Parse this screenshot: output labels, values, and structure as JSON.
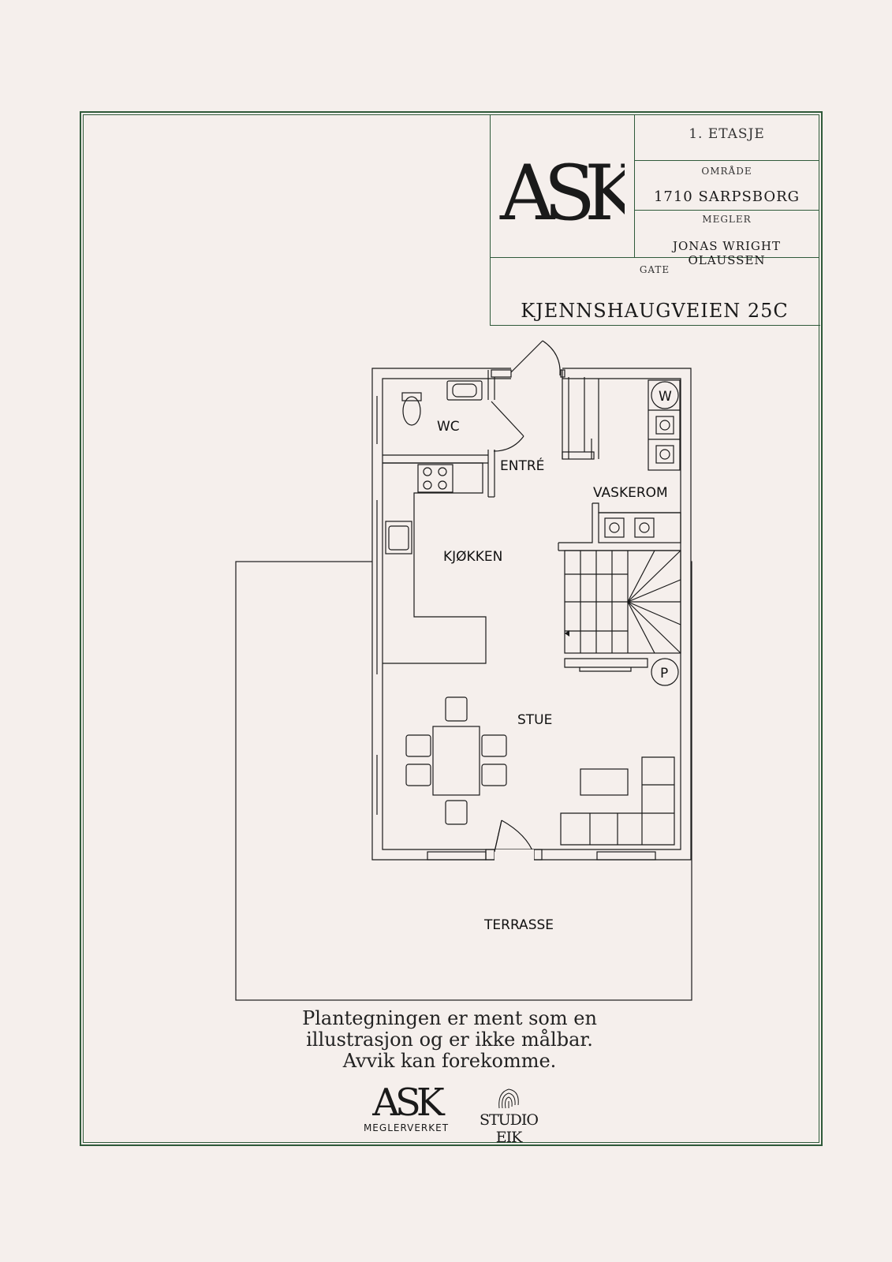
{
  "title_block": {
    "floor": "1. ETASJE",
    "area_label": "OMRÅDE",
    "area_value": "1710 SARPSBORG",
    "agent_label": "MEGLER",
    "agent_value": "JONAS WRIGHT OLAUSSEN",
    "street_label": "GATE",
    "street_value": "KJENNSHAUGVEIEN 25C",
    "logo": "ASK"
  },
  "rooms": {
    "wc": "WC",
    "entre": "ENTRÉ",
    "vaskerom": "VASKEROM",
    "kjokken": "KJØKKEN",
    "stue": "STUE",
    "terrasse": "TERRASSE"
  },
  "symbols": {
    "washer": "W",
    "parking": "P"
  },
  "disclaimer": {
    "line1": "Plantegningen er ment som en",
    "line2": "illustrasjon og er ikke målbar.",
    "line3": "Avvik kan forekomme."
  },
  "footer": {
    "brand1_logo": "ASK",
    "brand1_sub": "MEGLERVERKET",
    "brand2": "STUDIO EIK"
  },
  "colors": {
    "frame": "#2f5a3a",
    "background": "#f5efec",
    "ink": "#1a1a1a"
  }
}
